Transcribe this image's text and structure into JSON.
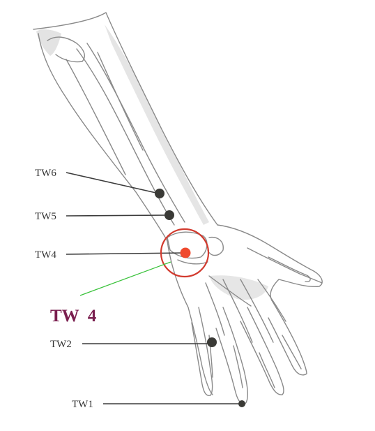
{
  "points": [
    {
      "id": "tw6",
      "label": "TW6"
    },
    {
      "id": "tw5",
      "label": "TW5"
    },
    {
      "id": "tw4",
      "label": "TW4",
      "highlighted": true
    },
    {
      "id": "tw2",
      "label": "TW2"
    },
    {
      "id": "tw1",
      "label": "TW1"
    }
  ],
  "callout": {
    "label": "TW  4"
  },
  "colors": {
    "point": "#3a3a36",
    "highlight_point": "#ef4a2e",
    "highlight_ring": "#d23a2e",
    "callout_text": "#7a1f4f",
    "callout_line": "#39c23a",
    "label_text": "#333333",
    "leader_line": "#3b3b3b",
    "skin_shadow": "#bfbfbf",
    "outline": "#8a8a8a"
  }
}
